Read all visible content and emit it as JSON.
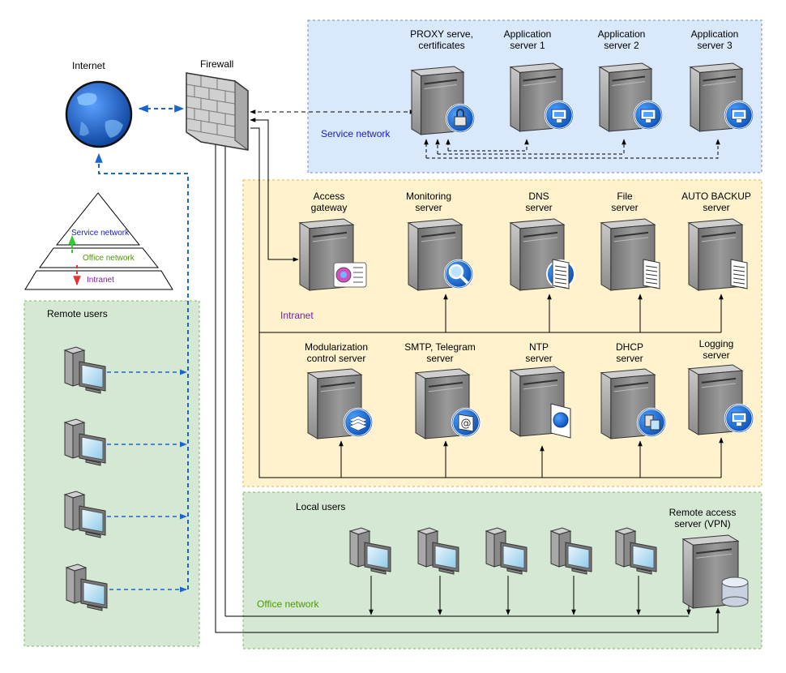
{
  "colors": {
    "service_zone_fill": "#dae8fc",
    "service_zone_stroke": "#6c8ebf",
    "intranet_zone_fill": "#fff2cc",
    "intranet_zone_stroke": "#d6b656",
    "office_zone_fill": "#d5e8d4",
    "office_zone_stroke": "#82b366",
    "service_text": "#1a1acc",
    "intranet_text": "#7a1fa2",
    "office_text": "#4d9900",
    "remote_link": "#1a66cc"
  },
  "labels": {
    "internet": "Internet",
    "firewall": "Firewall",
    "remote_users": "Remote users",
    "local_users": "Local users"
  },
  "zones": {
    "service": "Service network",
    "intranet": "Intranet",
    "office": "Office network"
  },
  "pyramid": {
    "service": "Service network",
    "office": "Office network",
    "intranet": "Intranet"
  },
  "service_servers": [
    {
      "line1": "PROXY serve,",
      "line2": "certificates",
      "badge": "lock-icon"
    },
    {
      "line1": "Application",
      "line2": "server 1",
      "badge": "windows-icon"
    },
    {
      "line1": "Application",
      "line2": "server 2",
      "badge": "windows-icon"
    },
    {
      "line1": "Application",
      "line2": "server 3",
      "badge": "windows-icon"
    }
  ],
  "intranet_top_servers": [
    {
      "line1": "Access",
      "line2": "gateway",
      "badge": "gateway-icon"
    },
    {
      "line1": "Monitoring",
      "line2": "server",
      "badge": "magnifier-icon"
    },
    {
      "line1": "DNS",
      "line2": "server",
      "badge": "document-icon"
    },
    {
      "line1": "File",
      "line2": "server",
      "badge": "file-icon"
    },
    {
      "line1": "AUTO BACKUP",
      "line2": "server",
      "badge": "file-icon"
    }
  ],
  "intranet_bottom_servers": [
    {
      "line1": "Modularization",
      "line2": "control server",
      "badge": "layers-icon"
    },
    {
      "line1": "SMTP, Telegram",
      "line2": "server",
      "badge": "mail-icon"
    },
    {
      "line1": "NTP",
      "line2": "server",
      "badge": "globe-doc-icon"
    },
    {
      "line1": "DHCP",
      "line2": "server",
      "badge": "network-icon"
    },
    {
      "line1": "Logging",
      "line2": "server",
      "badge": "monitor-icon"
    }
  ],
  "vpn_server": {
    "line1": "Remote access",
    "line2": "server (VPN)",
    "badge": "database-icon"
  }
}
